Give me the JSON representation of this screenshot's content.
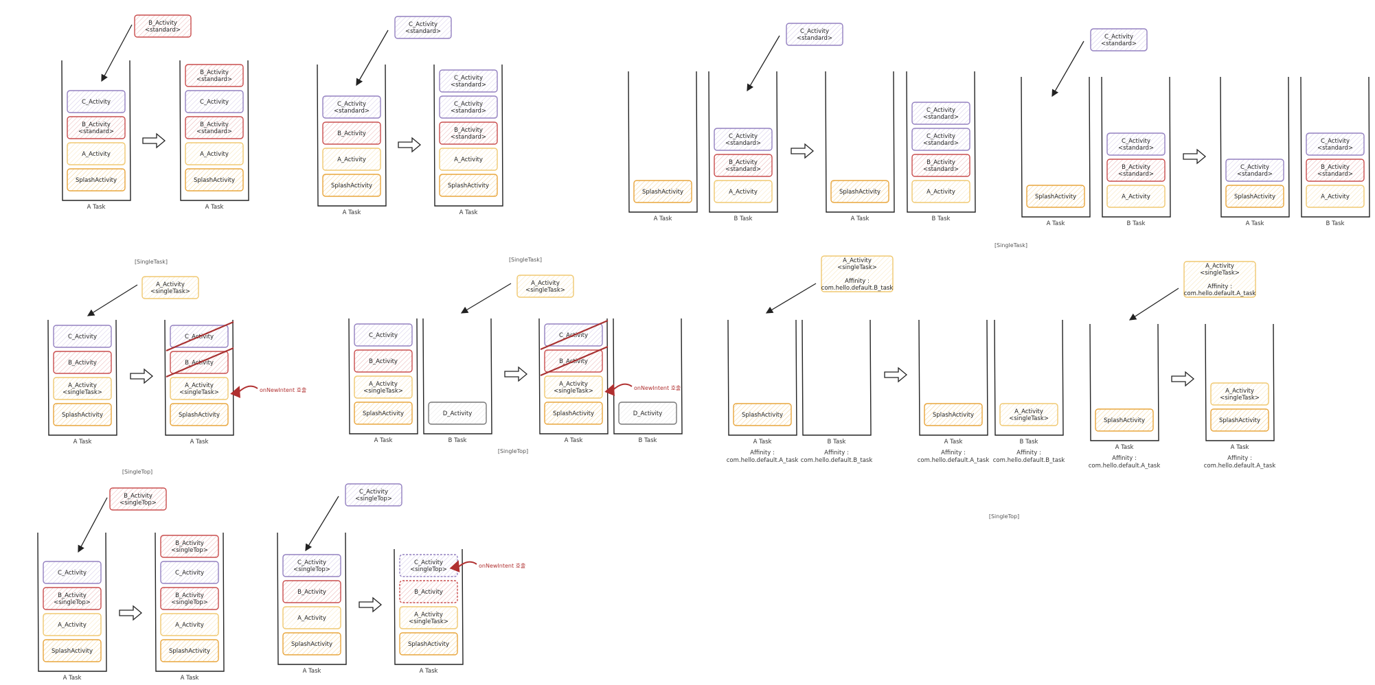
{
  "colors": {
    "splash": "#e8a53c",
    "a": "#f0c870",
    "b": "#c94d4d",
    "c": "#9380c0",
    "d": "#777777",
    "ink": "#222222",
    "note": "#b03030"
  },
  "section_labels": [
    {
      "id": "lbl-singletask-1",
      "text": "[SingleTask]"
    },
    {
      "id": "lbl-singletask-2",
      "text": "[SingleTask]"
    },
    {
      "id": "lbl-singletask-3",
      "text": "[SingleTask]"
    },
    {
      "id": "lbl-singletop-1",
      "text": "[SingleTop]"
    },
    {
      "id": "lbl-singletop-2",
      "text": "[SingleTop]"
    },
    {
      "id": "lbl-singletop-3",
      "text": "[SingleTop]"
    }
  ],
  "stacks": [
    {
      "id": "s1",
      "label": "A Task",
      "items": [
        {
          "k": "c",
          "lines": [
            "C_Activity"
          ]
        },
        {
          "k": "b",
          "lines": [
            "B_Activity",
            "<standard>"
          ]
        },
        {
          "k": "a",
          "lines": [
            "A_Activity"
          ]
        },
        {
          "k": "splash",
          "lines": [
            "SplashActivity"
          ]
        }
      ]
    },
    {
      "id": "s2",
      "label": "A Task",
      "items": [
        {
          "k": "b",
          "lines": [
            "B_Activity",
            "<standard>"
          ]
        },
        {
          "k": "c",
          "lines": [
            "C_Activity"
          ]
        },
        {
          "k": "b",
          "lines": [
            "B_Activity",
            "<standard>"
          ]
        },
        {
          "k": "a",
          "lines": [
            "A_Activity"
          ]
        },
        {
          "k": "splash",
          "lines": [
            "SplashActivity"
          ]
        }
      ]
    },
    {
      "id": "s3",
      "label": "A Task",
      "items": [
        {
          "k": "c",
          "lines": [
            "C_Activity",
            "<standard>"
          ]
        },
        {
          "k": "b",
          "lines": [
            "B_Activity"
          ]
        },
        {
          "k": "a",
          "lines": [
            "A_Activity"
          ]
        },
        {
          "k": "splash",
          "lines": [
            "SplashActivity"
          ]
        }
      ]
    },
    {
      "id": "s4",
      "label": "A Task",
      "items": [
        {
          "k": "c",
          "lines": [
            "C_Activity",
            "<standard>"
          ]
        },
        {
          "k": "c",
          "lines": [
            "C_Activity",
            "<standard>"
          ]
        },
        {
          "k": "b",
          "lines": [
            "B_Activity",
            "<standard>"
          ]
        },
        {
          "k": "a",
          "lines": [
            "A_Activity"
          ]
        },
        {
          "k": "splash",
          "lines": [
            "SplashActivity"
          ]
        }
      ]
    },
    {
      "id": "s5",
      "label": "A Task",
      "items": [
        {
          "k": "splash",
          "lines": [
            "SplashActivity"
          ]
        }
      ]
    },
    {
      "id": "s6",
      "label": "B Task",
      "items": [
        {
          "k": "c",
          "lines": [
            "C_Activity",
            "<standard>"
          ]
        },
        {
          "k": "b",
          "lines": [
            "B_Activity",
            "<standard>"
          ]
        },
        {
          "k": "a",
          "lines": [
            "A_Activity"
          ]
        }
      ]
    },
    {
      "id": "s7",
      "label": "A Task",
      "items": [
        {
          "k": "splash",
          "lines": [
            "SplashActivity"
          ]
        }
      ]
    },
    {
      "id": "s8",
      "label": "B Task",
      "items": [
        {
          "k": "c",
          "lines": [
            "C_Activity",
            "<standard>"
          ]
        },
        {
          "k": "c",
          "lines": [
            "C_Activity",
            "<standard>"
          ]
        },
        {
          "k": "b",
          "lines": [
            "B_Activity",
            "<standard>"
          ]
        },
        {
          "k": "a",
          "lines": [
            "A_Activity"
          ]
        }
      ]
    },
    {
      "id": "s9",
      "label": "A Task",
      "items": [
        {
          "k": "splash",
          "lines": [
            "SplashActivity"
          ]
        }
      ]
    },
    {
      "id": "s10",
      "label": "B Task",
      "items": [
        {
          "k": "c",
          "lines": [
            "C_Activity",
            "<standard>"
          ]
        },
        {
          "k": "b",
          "lines": [
            "B_Activity",
            "<standard>"
          ]
        },
        {
          "k": "a",
          "lines": [
            "A_Activity"
          ]
        }
      ]
    },
    {
      "id": "s11",
      "label": "A Task",
      "items": [
        {
          "k": "c",
          "lines": [
            "C_Activity",
            "<standard>"
          ]
        },
        {
          "k": "splash",
          "lines": [
            "SplashActivity"
          ]
        }
      ]
    },
    {
      "id": "s12",
      "label": "B Task",
      "items": [
        {
          "k": "c",
          "lines": [
            "C_Activity",
            "<standard>"
          ]
        },
        {
          "k": "b",
          "lines": [
            "B_Activity",
            "<standard>"
          ]
        },
        {
          "k": "a",
          "lines": [
            "A_Activity"
          ]
        }
      ]
    },
    {
      "id": "s13",
      "label": "A Task",
      "items": [
        {
          "k": "c",
          "lines": [
            "C_Activity"
          ]
        },
        {
          "k": "b",
          "lines": [
            "B_Activity"
          ]
        },
        {
          "k": "a",
          "lines": [
            "A_Activity",
            "<singleTask>"
          ]
        },
        {
          "k": "splash",
          "lines": [
            "SplashActivity"
          ]
        }
      ]
    },
    {
      "id": "s14",
      "label": "A Task",
      "items": [
        {
          "k": "c",
          "lines": [
            "C_Activity"
          ],
          "removed": true
        },
        {
          "k": "b",
          "lines": [
            "B_Activity"
          ],
          "removed": true
        },
        {
          "k": "a",
          "lines": [
            "A_Activity",
            "<singleTask>"
          ]
        },
        {
          "k": "splash",
          "lines": [
            "SplashActivity"
          ]
        }
      ]
    },
    {
      "id": "s15",
      "label": "A Task",
      "items": [
        {
          "k": "c",
          "lines": [
            "C_Activity"
          ]
        },
        {
          "k": "b",
          "lines": [
            "B_Activity"
          ]
        },
        {
          "k": "a",
          "lines": [
            "A_Activity",
            "<singleTask>"
          ]
        },
        {
          "k": "splash",
          "lines": [
            "SplashActivity"
          ]
        }
      ]
    },
    {
      "id": "s16",
      "label": "B Task",
      "items": [
        {
          "k": "d",
          "lines": [
            "D_Activity"
          ]
        }
      ]
    },
    {
      "id": "s17",
      "label": "A Task",
      "items": [
        {
          "k": "c",
          "lines": [
            "C_Activity"
          ],
          "removed": true
        },
        {
          "k": "b",
          "lines": [
            "B_Activity"
          ],
          "removed": true
        },
        {
          "k": "a",
          "lines": [
            "A_Activity",
            "<singleTask>"
          ]
        },
        {
          "k": "splash",
          "lines": [
            "SplashActivity"
          ]
        }
      ]
    },
    {
      "id": "s18",
      "label": "B Task",
      "items": [
        {
          "k": "d",
          "lines": [
            "D_Activity"
          ]
        }
      ]
    },
    {
      "id": "s19",
      "label": "A Task",
      "affinity": [
        "Affinity :",
        "com.hello.default.A_task"
      ],
      "items": [
        {
          "k": "splash",
          "lines": [
            "SplashActivity"
          ]
        }
      ]
    },
    {
      "id": "s20",
      "label": "B Task",
      "affinity": [
        "Affinity :",
        "com.hello.default.B_task"
      ],
      "items": []
    },
    {
      "id": "s21",
      "label": "A Task",
      "affinity": [
        "Affinity :",
        "com.hello.default.A_task"
      ],
      "items": [
        {
          "k": "splash",
          "lines": [
            "SplashActivity"
          ]
        }
      ]
    },
    {
      "id": "s22",
      "label": "B Task",
      "affinity": [
        "Affinity :",
        "com.hello.default.B_task"
      ],
      "items": [
        {
          "k": "a",
          "lines": [
            "A_Activity",
            "<singleTask>"
          ]
        }
      ]
    },
    {
      "id": "s23",
      "label": "A Task",
      "affinity": [
        "Affinity :",
        "com.hello.default.A_task"
      ],
      "items": [
        {
          "k": "splash",
          "lines": [
            "SplashActivity"
          ]
        }
      ]
    },
    {
      "id": "s24",
      "label": "A Task",
      "affinity": [
        "Affinity :",
        "com.hello.default.A_task"
      ],
      "items": [
        {
          "k": "a",
          "lines": [
            "A_Activity",
            "<singleTask>"
          ]
        },
        {
          "k": "splash",
          "lines": [
            "SplashActivity"
          ]
        }
      ]
    },
    {
      "id": "s25",
      "label": "A Task",
      "items": [
        {
          "k": "c",
          "lines": [
            "C_Activity"
          ]
        },
        {
          "k": "b",
          "lines": [
            "B_Activity",
            "<singleTop>"
          ]
        },
        {
          "k": "a",
          "lines": [
            "A_Activity"
          ]
        },
        {
          "k": "splash",
          "lines": [
            "SplashActivity"
          ]
        }
      ]
    },
    {
      "id": "s26",
      "label": "A Task",
      "items": [
        {
          "k": "b",
          "lines": [
            "B_Activity",
            "<singleTop>"
          ]
        },
        {
          "k": "c",
          "lines": [
            "C_Activity"
          ]
        },
        {
          "k": "b",
          "lines": [
            "B_Activity",
            "<singleTop>"
          ]
        },
        {
          "k": "a",
          "lines": [
            "A_Activity"
          ]
        },
        {
          "k": "splash",
          "lines": [
            "SplashActivity"
          ]
        }
      ]
    },
    {
      "id": "s27",
      "label": "A Task",
      "items": [
        {
          "k": "c",
          "lines": [
            "C_Activity",
            "<singleTop>"
          ]
        },
        {
          "k": "b",
          "lines": [
            "B_Activity"
          ]
        },
        {
          "k": "a",
          "lines": [
            "A_Activity"
          ]
        },
        {
          "k": "splash",
          "lines": [
            "SplashActivity"
          ]
        }
      ]
    },
    {
      "id": "s28",
      "label": "A Task",
      "items": [
        {
          "k": "c",
          "lines": [
            "C_Activity",
            "<singleTop>"
          ],
          "dashed": true
        },
        {
          "k": "b",
          "lines": [
            "B_Activity"
          ],
          "dashed": true
        },
        {
          "k": "a",
          "lines": [
            "A_Activity",
            "<singleTask>"
          ]
        },
        {
          "k": "splash",
          "lines": [
            "SplashActivity"
          ]
        }
      ]
    }
  ],
  "incoming": [
    {
      "id": "in1",
      "k": "b",
      "lines": [
        "B_Activity",
        "<standard>"
      ]
    },
    {
      "id": "in2",
      "k": "c",
      "lines": [
        "C_Activity",
        "<standard>"
      ]
    },
    {
      "id": "in3",
      "k": "c",
      "lines": [
        "C_Activity",
        "<standard>"
      ]
    },
    {
      "id": "in4",
      "k": "c",
      "lines": [
        "C_Activity",
        "<standard>"
      ]
    },
    {
      "id": "in5",
      "k": "a",
      "lines": [
        "A_Activity",
        "<singleTask>"
      ]
    },
    {
      "id": "in6",
      "k": "a",
      "lines": [
        "A_Activity",
        "<singleTask>"
      ]
    },
    {
      "id": "in7",
      "k": "a",
      "lines": [
        "A_Activity",
        "<singleTask>",
        "",
        "Affinity :",
        "com.hello.default.B_task"
      ]
    },
    {
      "id": "in8",
      "k": "a",
      "lines": [
        "A_Activity",
        "<singleTask>",
        "",
        "Affinity :",
        "com.hello.default.A_task"
      ]
    },
    {
      "id": "in9",
      "k": "b",
      "lines": [
        "B_Activity",
        "<singleTop>"
      ]
    },
    {
      "id": "in10",
      "k": "c",
      "lines": [
        "C_Activity",
        "<singleTop>"
      ]
    }
  ],
  "notes": [
    {
      "id": "n1",
      "text": "onNewIntent 호출"
    },
    {
      "id": "n2",
      "text": "onNewIntent 호출"
    },
    {
      "id": "n3",
      "text": "onNewIntent 호출"
    }
  ]
}
